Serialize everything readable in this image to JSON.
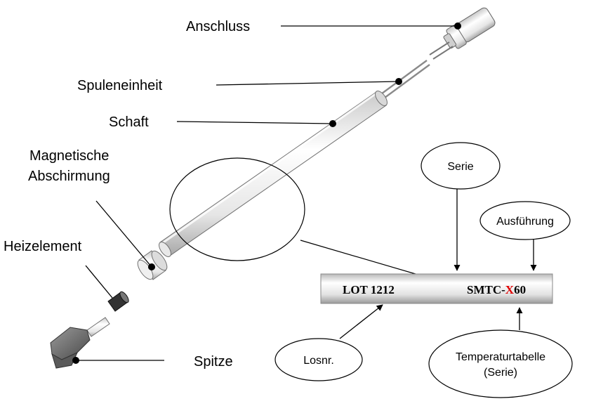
{
  "labels": {
    "anschluss": "Anschluss",
    "spuleneinheit": "Spuleneinheit",
    "schaft": "Schaft",
    "magnetische_1": "Magnetische",
    "magnetische_2": "Abschirmung",
    "heizelement": "Heizelement",
    "spitze": "Spitze"
  },
  "bubbles": {
    "serie": "Serie",
    "ausfuehrung": "Ausführung",
    "losnr": "Losnr.",
    "temp_1": "Temperaturtabelle",
    "temp_2": "(Serie)"
  },
  "bar": {
    "lot": "LOT 1212",
    "model_prefix": "SMTC-",
    "model_variant": "X",
    "model_suffix": "60"
  },
  "colors": {
    "variant_highlight": "#e00000"
  }
}
